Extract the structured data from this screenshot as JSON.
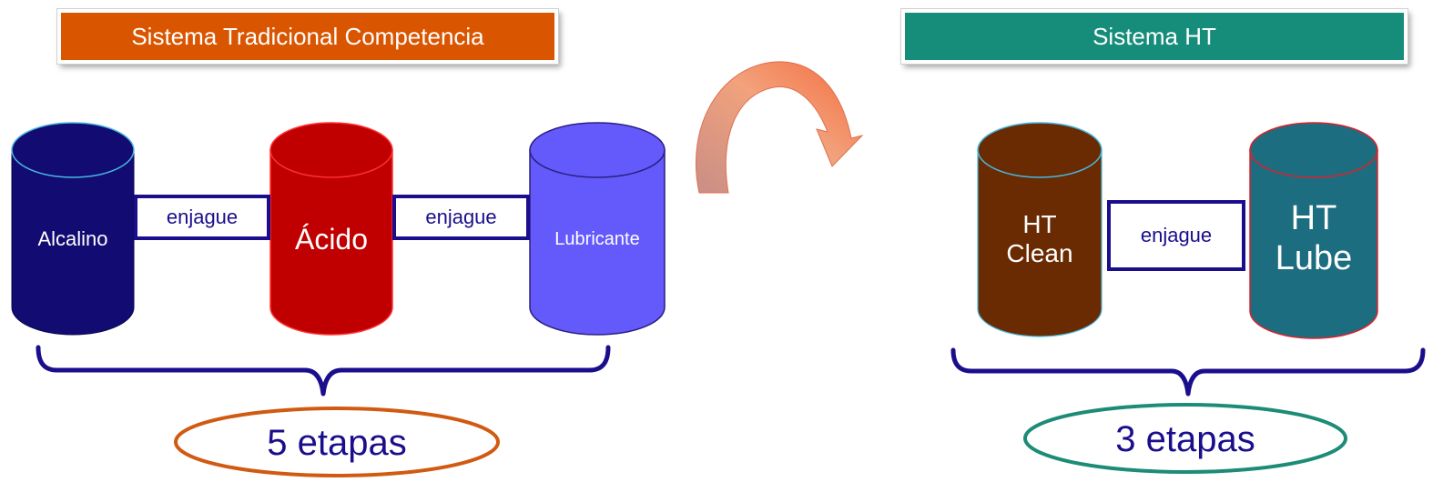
{
  "traditional": {
    "title": "Sistema Tradicional Competencia",
    "tanks": [
      "Alcalino",
      "Ácido",
      "Lubricante"
    ],
    "rinse": [
      "enjague",
      "enjague"
    ],
    "stages": "5 etapas"
  },
  "ht": {
    "title": "Sistema HT",
    "tanks": [
      "HT\nClean",
      "HT\nLube"
    ],
    "rinse": [
      "enjague"
    ],
    "stages": "3 etapas"
  },
  "colors": {
    "traditional_title": "#d95500",
    "ht_title": "#168c7a",
    "alcalino": "#120b72",
    "acido": "#c00000",
    "lubricante": "#6459fb",
    "ht_clean": "#6a2b03",
    "ht_lube": "#1d6d80",
    "brace": "#1b0e8c",
    "ellipse_left": "#d15a12",
    "ellipse_right": "#1c8c77",
    "arrow": "#f09070"
  }
}
